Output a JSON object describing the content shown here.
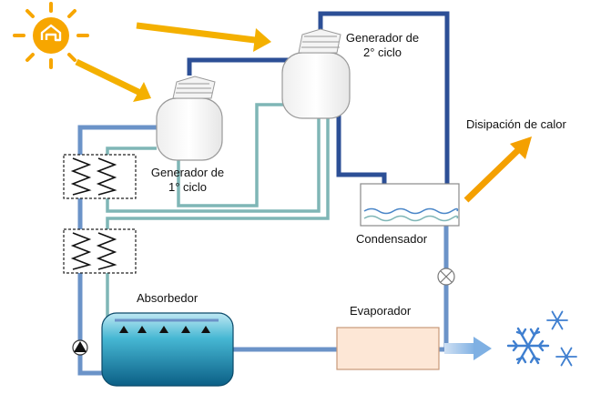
{
  "labels": {
    "generator_2": [
      "Generador de",
      "2° ciclo"
    ],
    "generator_1": [
      "Generador de",
      "1° ciclo"
    ],
    "heat_dissipation": "Disipación de calor",
    "condenser": "Condensador",
    "absorber": "Absorbedor",
    "evaporator": "Evaporador"
  },
  "colors": {
    "pipe_dark": "#2c4f96",
    "pipe_mid": "#6b93c8",
    "pipe_teal": "#7fb6b6",
    "arrow_orange": "#f4a000",
    "sun": "#f7a600",
    "snow": "#3f7fd0",
    "absorber_tank": "#1aa0c0",
    "evaporator_fill": "#fde7d6",
    "evaporator_border": "#c89a7a"
  },
  "icons": [
    "sun-icon",
    "snowflake-icon",
    "pump-icon",
    "expansion-valve-icon",
    "heat-exchanger-coil-icon"
  ]
}
